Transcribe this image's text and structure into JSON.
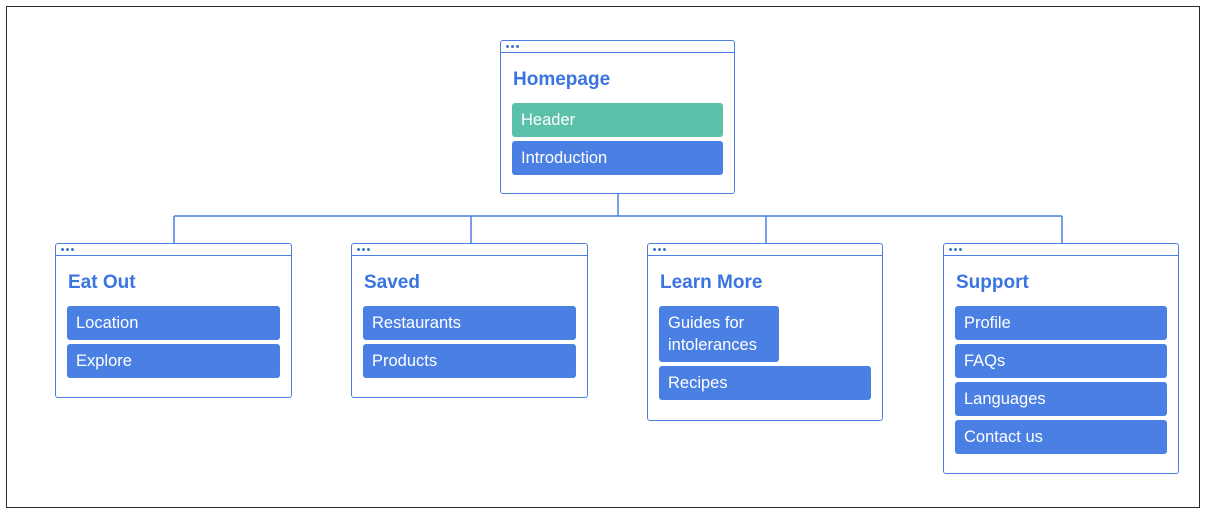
{
  "sitemap": {
    "root": {
      "title": "Homepage",
      "items": [
        {
          "label": "Header",
          "color": "#5bc1ab"
        },
        {
          "label": "Introduction",
          "color": "#4a7fe3"
        }
      ]
    },
    "children": [
      {
        "title": "Eat Out",
        "items": [
          {
            "label": "Location"
          },
          {
            "label": "Explore"
          }
        ]
      },
      {
        "title": "Saved",
        "items": [
          {
            "label": "Restaurants"
          },
          {
            "label": "Products"
          }
        ]
      },
      {
        "title": "Learn More",
        "items": [
          {
            "label": "Guides for intolerances"
          },
          {
            "label": "Recipes"
          }
        ]
      },
      {
        "title": "Support",
        "items": [
          {
            "label": "Profile"
          },
          {
            "label": "FAQs"
          },
          {
            "label": "Languages"
          },
          {
            "label": "Contact us"
          }
        ]
      }
    ]
  },
  "colors": {
    "accent": "#4a7fe3",
    "highlight": "#5bc1ab",
    "title_text": "#3a74e0"
  }
}
